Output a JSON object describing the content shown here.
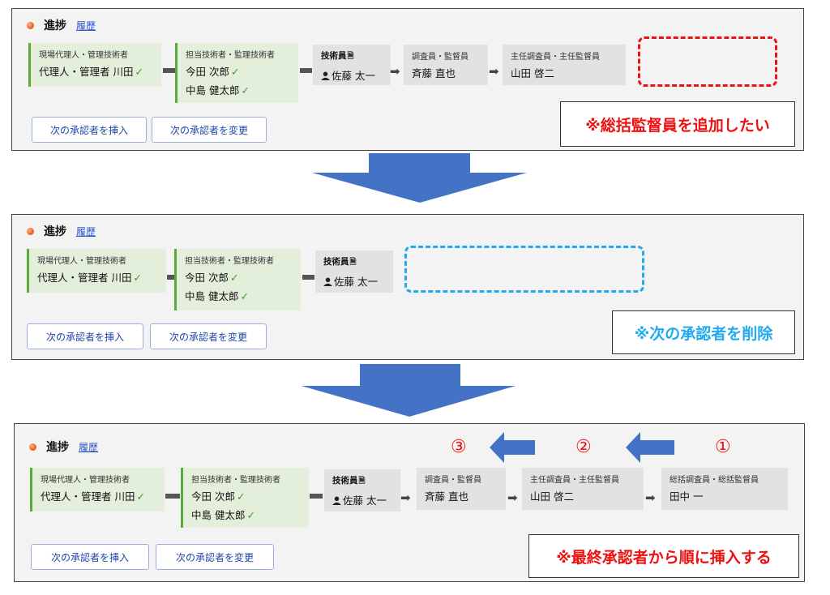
{
  "common": {
    "title": "進捗",
    "history_link": "履歴",
    "insert_button": "次の承認者を挿入",
    "change_button": "次の承認者を変更"
  },
  "steps": {
    "s1": {
      "role": "現場代理人・管理技術者",
      "name": "代理人・管理者 川田"
    },
    "s2": {
      "role": "担当技術者・監理技術者",
      "name1": "今田 次郎",
      "name2": "中島 健太郎"
    },
    "s3": {
      "role": "技術員",
      "name": "佐藤 太一"
    },
    "s4": {
      "role": "調査員・監督員",
      "name": "斉藤 直也"
    },
    "s5": {
      "role": "主任調査員・主任監督員",
      "name": "山田 啓二"
    },
    "s6": {
      "role": "総括調査員・総括監督員",
      "name": "田中 一"
    }
  },
  "glyphs": {
    "check": "✓",
    "arrow": "➡",
    "doc": "🗎"
  },
  "notes": {
    "panel1": "※総括監督員を追加したい",
    "panel2": "※次の承認者を削除",
    "panel3": "※最終承認者から順に挿入する"
  },
  "order_marks": {
    "first": "①",
    "second": "②",
    "third": "③"
  },
  "colors": {
    "red": "#ee1111",
    "cyan": "#22aaee",
    "flow_arrow": "#4472c4",
    "approved_green": "#e3eedb",
    "link_blue": "#2b55c7"
  }
}
